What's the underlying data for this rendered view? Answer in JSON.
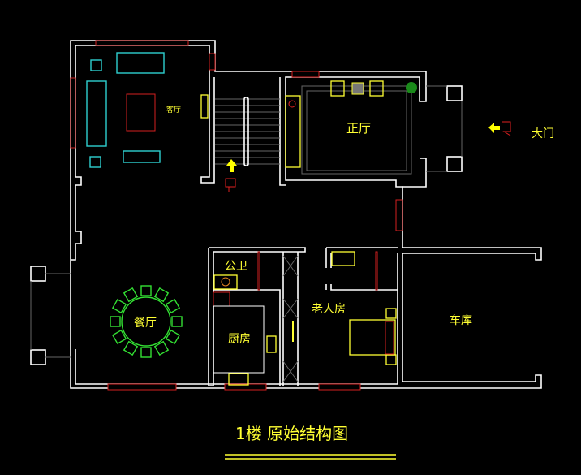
{
  "title": "1楼  原始结构图",
  "rooms": {
    "living_room": "客厅",
    "main_hall": "正厅",
    "main_gate": "大门",
    "public_bathroom": "公卫",
    "elderly_room": "老人房",
    "dining_room": "餐厅",
    "kitchen": "厨房",
    "garage": "车库"
  },
  "colors": {
    "background": "#000000",
    "wall": "#ffffff",
    "window": "#d42020",
    "label": "#ffff33",
    "sofa": "#2fd0d0",
    "dining": "#33e033"
  }
}
